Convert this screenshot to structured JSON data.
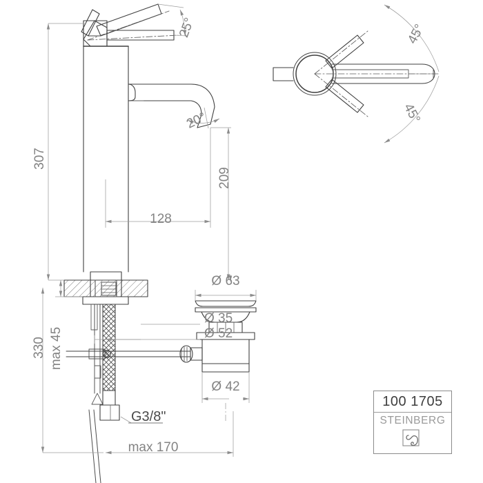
{
  "drawing": {
    "type": "technical-dimension-drawing",
    "subject": "single-lever basin mixer tap with pop-up waste",
    "line_color": "#4a4a4a",
    "dimension_color": "#8c8c8c",
    "text_color": "#7d7d7d",
    "background": "#ffffff"
  },
  "dimensions": {
    "overall_height": "307",
    "spout_height": "209",
    "spout_reach": "128",
    "lever_angle_side": "25°",
    "outlet_angle": "20°",
    "lever_angle_left": "45°",
    "lever_angle_right": "45°",
    "flange_diameter": "Ø 63",
    "body_bore": "Ø 35",
    "body_outer": "Ø 52",
    "waste_diameter": "Ø 42",
    "hose_length": "330",
    "max_thickness": "max 45",
    "max_depth": "max 170",
    "thread": "G3/8\""
  },
  "title_block": {
    "article_number": "100 1705",
    "brand": "STEINBERG",
    "logo_name": "steinberg-s-logo"
  }
}
